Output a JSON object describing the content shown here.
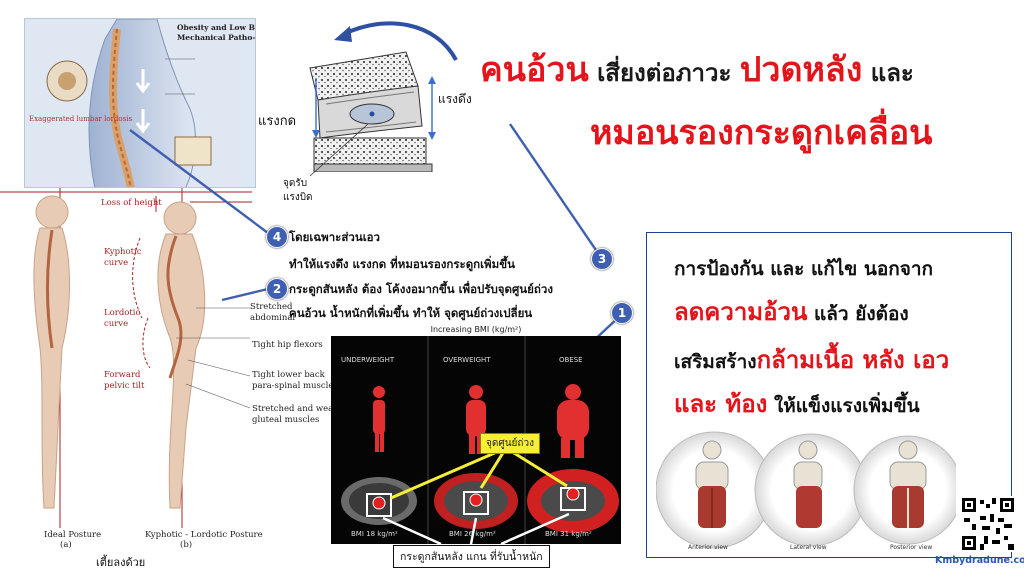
{
  "title": {
    "part1": "คนอ้วน",
    "part2": " เสี่ยงต่อภาวะ ",
    "part3": "ปวดหลัง",
    "part4": " และ",
    "line2": "หมอนรองกระดูกเคลื่อน"
  },
  "top_left_panel": {
    "title": "Obesity and Low Back Pain:",
    "subtitle": "Mechanical Patho-Mechanisms",
    "note": "Exaggerated lumbar lordosis"
  },
  "disc_diagram": {
    "compression_label": "แรงกด",
    "tension_label": "แรงดึง",
    "pivot_label_1": "จุดรับ",
    "pivot_label_2": "แรงบิด"
  },
  "posture": {
    "loss_of_height": "Loss of height",
    "kyphotic": "Kyphotic",
    "kyphotic_2": "curve",
    "lordotic": "Lordotic",
    "lordotic_2": "curve",
    "forward": "Forward",
    "pelvic_tilt": "pelvic tilt",
    "stretched_abdominal": "Stretched",
    "stretched_abdominal_2": "abdominal",
    "tight_hip": "Tight hip flexors",
    "tight_lower_back": "Tight lower back",
    "para_spinal": "para-spinal muscles",
    "stretched_weak": "Stretched and weak",
    "gluteal": "gluteal muscles",
    "ideal": "Ideal Posture",
    "kyphotic_lordotic": "Kyphotic - Lordotic Posture",
    "label_a": "(a)",
    "label_b": "(b)",
    "shorter_caption": "เตี้ยลงด้วย"
  },
  "callouts": {
    "b1": "1",
    "b2": "2",
    "b3": "3",
    "b4": "4",
    "line4_a": "โดยเฉพาะส่วนเอว",
    "line4_b": "ทำให้แรงดึง แรงกด ที่หมอนรองกระดูกเพิ่มขึ้น",
    "line2_a": "กระดูกสันหลัง ต้อง โค้งงอมากขึ้น เพื่อปรับจุดศูนย์ถ่วง",
    "line1_a": "คนอ้วน น้ำหนักที่เพิ่มขึ้น ทำให้ จุดศูนย์ถ่วงเปลี่ยน"
  },
  "bmi_panel": {
    "header": "Increasing BMI (kg/m²)",
    "col1": "UNDERWEIGHT",
    "col2": "OVERWEIGHT",
    "col3": "OBESE",
    "bmi1": "BMI 18 kg/m²",
    "bmi2": "BMI 26 kg/m²",
    "bmi3": "BMI 31 kg/m²",
    "center_label": "จุดศูนย์ถ่วง",
    "bottom_label": "กระดูกสันหลัง แกน ที่รับน้ำหนัก"
  },
  "right_box": {
    "line1": "การป้องกัน และ แก้ไข นอกจาก",
    "line2_red": "ลดความอ้วน",
    "line2_rest": " แล้ว ยังต้อง",
    "line3_a": "เสริมสร้าง",
    "line3_red": "กล้ามเนื้อ หลัง เอว",
    "line4_red": "และ ท้อง",
    "line4_rest": " ให้แข็งแรงเพิ่มขึ้น",
    "view1": "Anterior view",
    "view2": "Lateral view",
    "view3": "Posterior view"
  },
  "brand": "Kmbydradune.com",
  "colors": {
    "accent_red": "#e4141b",
    "callout_blue": "#3f5fb2",
    "box_border": "#1f3f91",
    "label_yellow": "#f7ef35"
  }
}
